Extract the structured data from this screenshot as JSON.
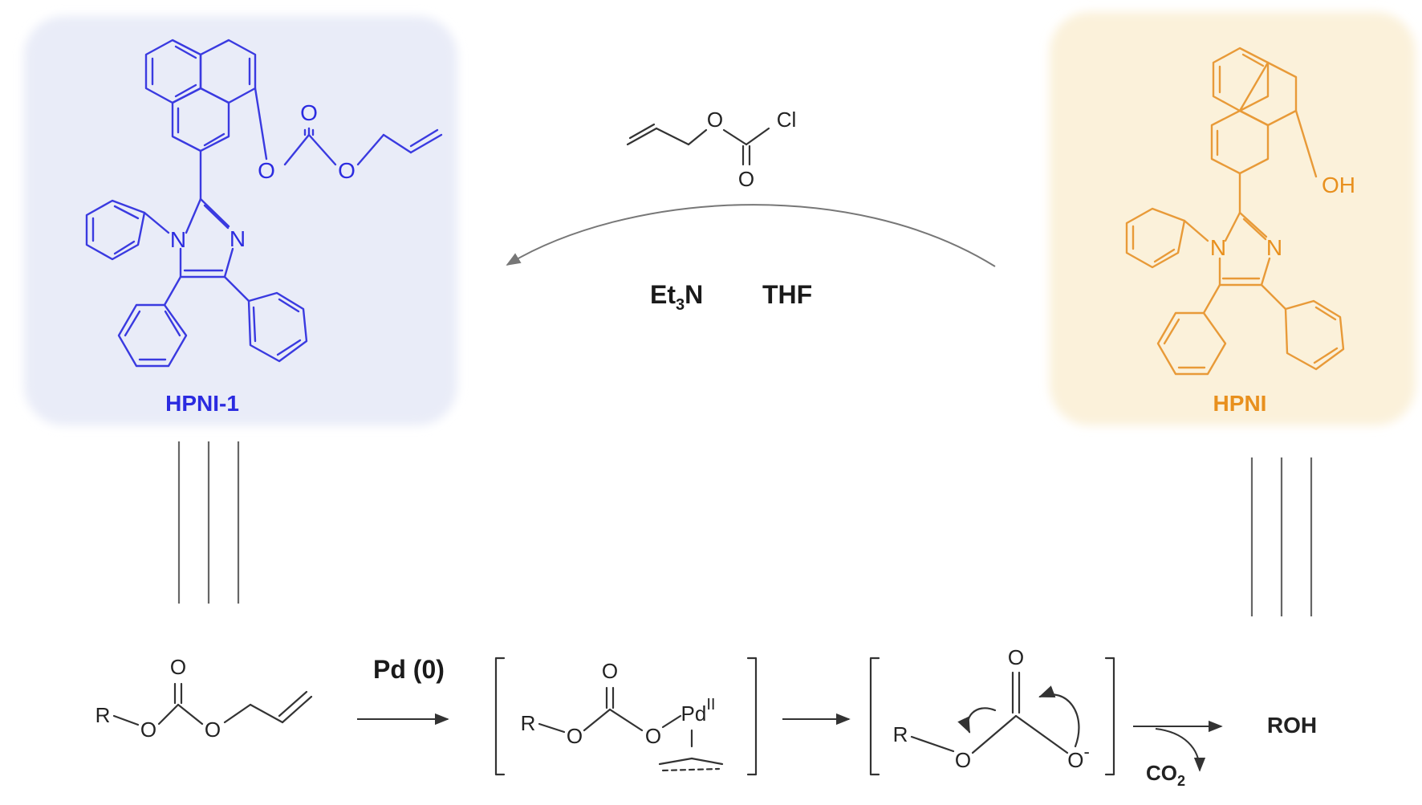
{
  "compounds": {
    "probe": {
      "label": "HPNI-1",
      "color": "#2b2be0",
      "panel": "#e9ecf8"
    },
    "product": {
      "label": "HPNI",
      "color": "#e8901e",
      "panel": "#fbf1da"
    }
  },
  "atoms": {
    "O": "O",
    "N": "N",
    "OH": "OH",
    "Cl": "Cl",
    "R": "R",
    "Pd": "Pd",
    "Pd_ox": "II"
  },
  "reaction_top": {
    "reagent_label": "Cl",
    "base": "Et",
    "base_sub": "3",
    "base_rest": "N",
    "solvent": "THF"
  },
  "mechanism": {
    "catalyst": "Pd (0)",
    "byproduct": "CO",
    "byproduct_sub": "2",
    "anion_charge": "-",
    "final_product": "ROH"
  }
}
